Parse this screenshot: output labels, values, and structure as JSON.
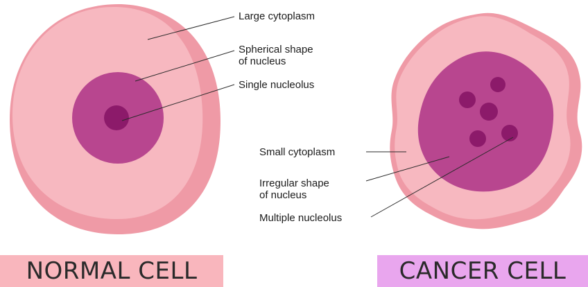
{
  "labels": {
    "large_cytoplasm": "Large cytoplasm",
    "spherical_nucleus": "Spherical shape\nof nucleus",
    "single_nucleolus": "Single nucleolus",
    "small_cytoplasm": "Small cytoplasm",
    "irregular_nucleus": "Irregular shape\nof nucleus",
    "multiple_nucleolus": "Multiple nucleolus"
  },
  "banners": {
    "normal": "NORMAL CELL",
    "cancer": "CANCER CELL"
  },
  "colors": {
    "cytoplasm": "#f7b8c0",
    "cytoplasm_shade": "#ef9aa6",
    "nucleus": "#b8468f",
    "nucleolus": "#8c1a6a",
    "normal_banner": "#f9b6bd",
    "cancer_banner": "#e9a6ee"
  }
}
